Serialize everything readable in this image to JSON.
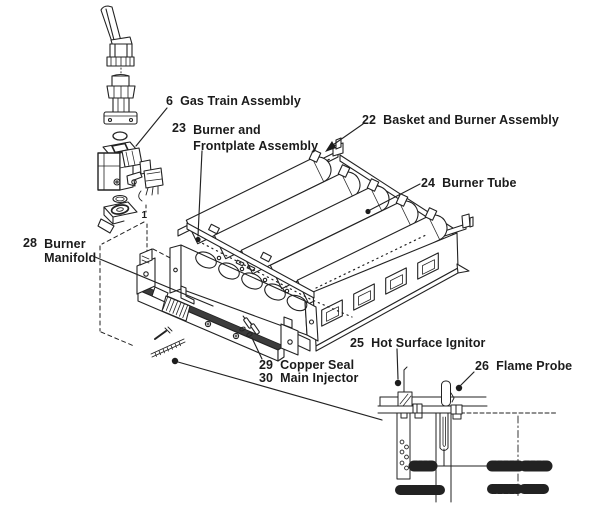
{
  "figure": {
    "background": "#ffffff",
    "ink": "#1d1d1d",
    "description": "Exploded parts diagram of a burner, basket and gas train assembly with numbered callouts"
  },
  "callouts": {
    "gas_train": {
      "number": "6",
      "label": "Gas Train Assembly"
    },
    "basket_burner": {
      "number": "22",
      "label": "Basket and Burner Assembly"
    },
    "burner_frontplate": {
      "number": "23",
      "line1": "Burner and",
      "line2": "Frontplate Assembly"
    },
    "burner_tube": {
      "number": "24",
      "label": "Burner Tube"
    },
    "hot_surface_ignitor": {
      "number": "25",
      "label": "Hot Surface Ignitor"
    },
    "flame_probe": {
      "number": "26",
      "label": "Flame Probe"
    },
    "burner_manifold": {
      "number": "28",
      "line1": "Burner",
      "line2": "Manifold"
    },
    "copper_seal": {
      "number": "29",
      "label": "Copper Seal"
    },
    "main_injector": {
      "number": "30",
      "label": "Main Injector"
    }
  },
  "inline_marks": {
    "valve_item": "1"
  }
}
